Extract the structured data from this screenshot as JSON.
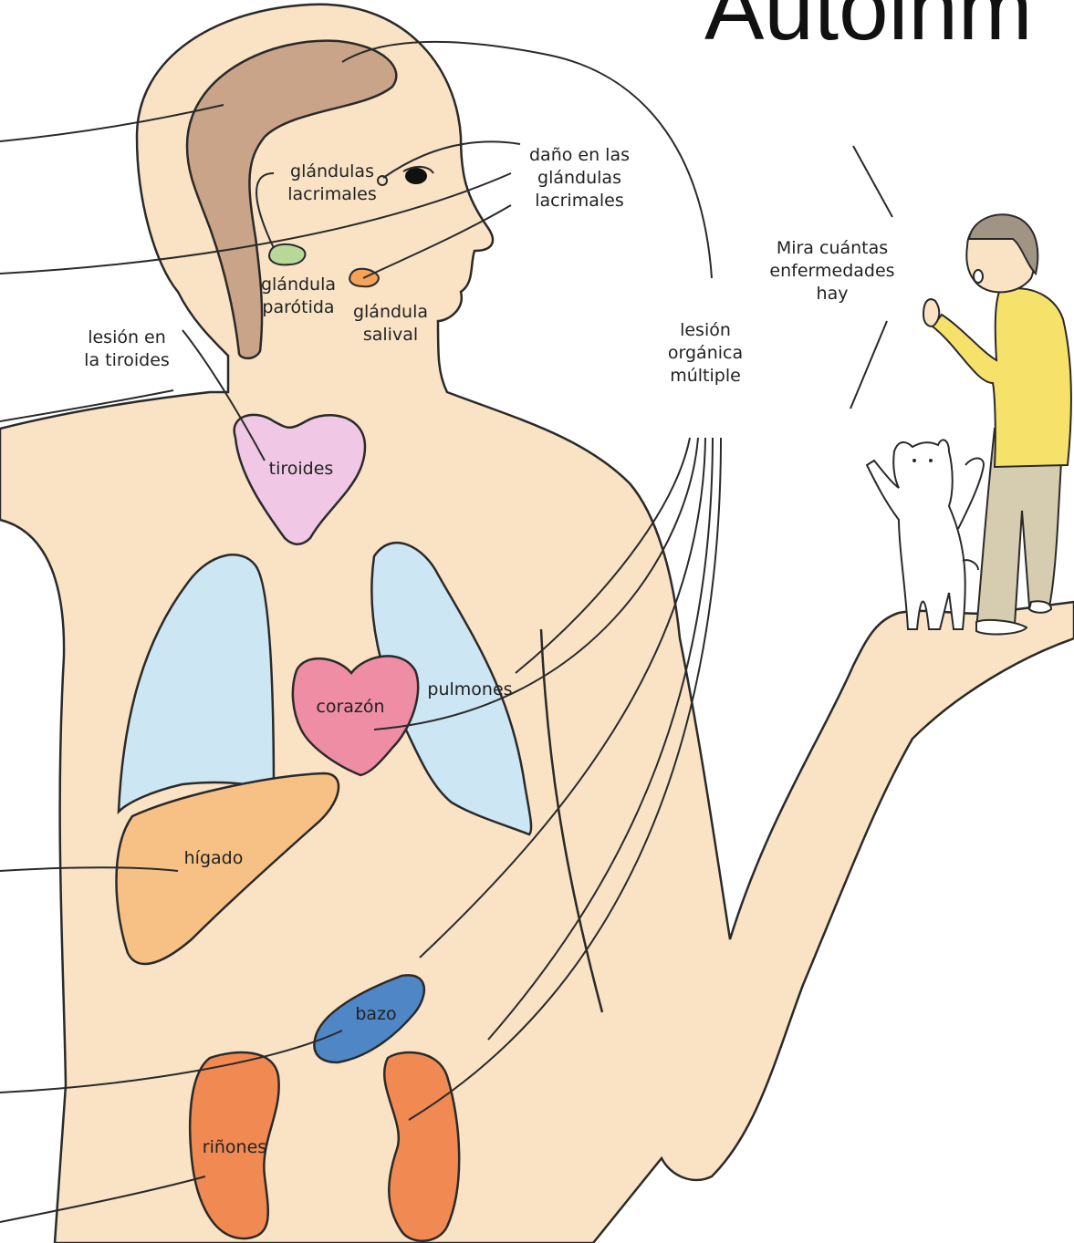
{
  "title": "Autoinm",
  "labels": {
    "glandulas_lacrimales": "glándulas\nlacrimales",
    "dano_lacrimales": "daño en las\nglándulas\nlacrimales",
    "glandula_parotida": "glándula\nparótida",
    "glandula_salival": "glándula\nsalival",
    "lesion_tiroides": "lesión en\nla tiroides",
    "tiroides": "tiroides",
    "lesion_multiple": "lesión\norgánica\nmúltiple",
    "speech": "Mira cuántas\nenfermedades\nhay",
    "pulmones": "pulmones",
    "corazon": "corazón",
    "higado": "hígado",
    "bazo": "bazo",
    "rinones": "riñones"
  },
  "colors": {
    "skin": "#fae3c5",
    "brain": "#caa488",
    "lungs": "#cce6f4",
    "heart": "#ee8da3",
    "thyroid": "#f0c8e6",
    "liver": "#f7c186",
    "spleen": "#4f86c6",
    "kidneys": "#f08a52",
    "parotid": "#b8d89a",
    "salivary": "#f4a35a",
    "sweater": "#f6e26b",
    "pants": "#d6cdb0",
    "hair": "#a09484",
    "outline": "#2a2a2a"
  }
}
